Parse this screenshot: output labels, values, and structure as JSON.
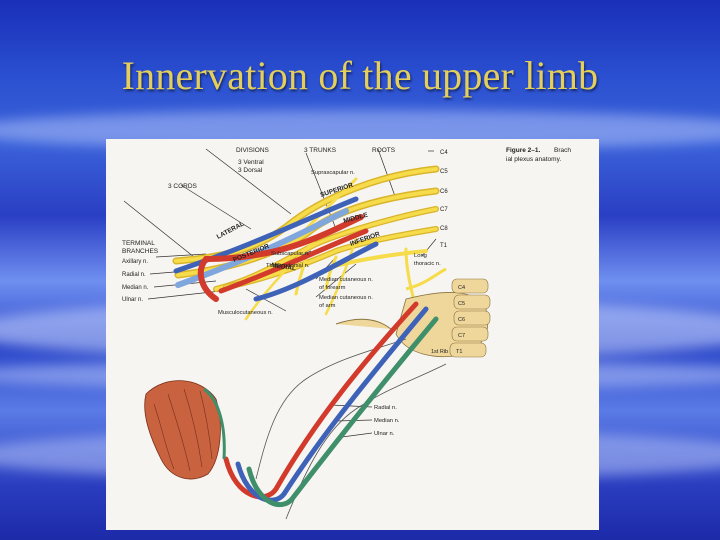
{
  "slide": {
    "title": "Innervation of the upper limb"
  },
  "figure": {
    "caption_title": "Figure 2–1.",
    "caption_line1": "Brach",
    "caption_line2": "ial plexus anatomy.",
    "divisions_label": "DIVISIONS",
    "divisions_detail_1": "3 Ventral",
    "divisions_detail_2": "3 Dorsal",
    "trunks_label": "3 TRUNKS",
    "roots_label": "ROOTS",
    "cords_label": "3 CORDS",
    "terminal_label_1": "TERMINAL",
    "terminal_label_2": "BRANCHES",
    "roots": [
      "C4",
      "C5",
      "C6",
      "C7",
      "C8",
      "T1"
    ],
    "trunks": [
      "SUPERIOR",
      "MIDDLE",
      "INFERIOR"
    ],
    "cords": [
      "LATERAL",
      "POSTERIOR",
      "MEDIAL"
    ],
    "left_nerves": [
      "Axillary n.",
      "Radial n.",
      "Median n.",
      "Ulnar n."
    ],
    "center_labels": {
      "suprascapular": "Suprascapular n.",
      "subscapular": "Subscapular n.",
      "thoracodorsal": "Thoracodorsal n.",
      "median_cut_forearm_1": "Median cutaneous n.",
      "median_cut_forearm_2": "of forearm",
      "median_cut_arm_1": "Median cutaneous n.",
      "median_cut_arm_2": "of arm",
      "musculocutaneous": "Musculocutaneous n.",
      "long_thoracic_1": "Long",
      "long_thoracic_2": "thoracic n.",
      "first_rib": "1st Rib"
    },
    "vertebra_labels": [
      "C4",
      "C5",
      "C6",
      "C7",
      "T1"
    ],
    "lower_nerves": [
      "Radial n.",
      "Median n.",
      "Ulnar n."
    ],
    "colors": {
      "radial": "#d23a2c",
      "median": "#3d62b8",
      "ulnar": "#3f8f6a",
      "plexus": "#f2d23a",
      "muscle": "#c8623f",
      "bone": "#efd79b"
    }
  }
}
